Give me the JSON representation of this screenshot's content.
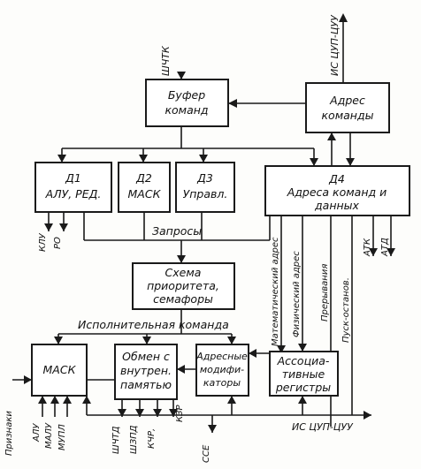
{
  "blocks": {
    "buffer": [
      "Буфер",
      "команд"
    ],
    "addr_cmd": [
      "Адрес",
      "команды"
    ],
    "d1": [
      "Д1",
      "АЛУ, РЕД."
    ],
    "d2": [
      "Д2",
      "МАСК"
    ],
    "d3": [
      "Д3",
      "Управл."
    ],
    "d4": [
      "Д4",
      "Адреса команд и",
      "данных"
    ],
    "priority": [
      "Схема",
      "приоритета,",
      "семафоры"
    ],
    "mask": [
      "МАСК"
    ],
    "exchange": [
      "Обмен с",
      "внутрен.",
      "памятью"
    ],
    "addr_mod": [
      "Адресные",
      "модифи-",
      "каторы"
    ],
    "assoc": [
      "Ассоциа-",
      "тивные",
      "регистры"
    ]
  },
  "labels": {
    "shchtk": "ШЧТК",
    "is_cup_cuu_top": "ИС ЦУП-ЦУУ",
    "zaprosy": "Запросы",
    "ispoln": "Исполнительная команда",
    "klu": "КЛУ",
    "ro": "РО",
    "math_addr": "Математический адрес",
    "phys_addr": "Физический адрес",
    "preryv": "Прерывания",
    "pusk": "Пуск-останов.",
    "atk": "АТК",
    "atd": "АТД",
    "priznaki": "Признаки",
    "alu": "АЛУ",
    "malu": "МАЛУ",
    "mupl": "МУПЛ",
    "shchtd": "ШЧТД",
    "shzpd": "ШЗПД",
    "kchr": "КЧР,",
    "kzr": "КЗР",
    "sse": "ССЕ",
    "is_cup_cuu_bottom": "ИС ЦУП-ЦУУ"
  }
}
